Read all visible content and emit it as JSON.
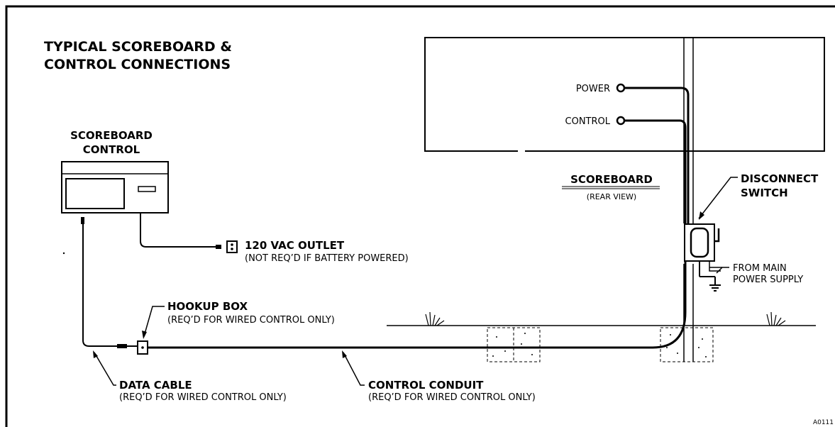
{
  "title": {
    "line1": "TYPICAL SCOREBOARD &",
    "line2": "CONTROL CONNECTIONS"
  },
  "labels": {
    "power": "POWER",
    "control": "CONTROL",
    "scoreboard": "SCOREBOARD",
    "rear_view": "(REAR VIEW)",
    "disconnect_1": "DISCONNECT",
    "disconnect_2": "SWITCH",
    "main_power_1": "FROM MAIN",
    "main_power_2": "POWER SUPPLY",
    "control_title_1": "SCOREBOARD",
    "control_title_2": "CONTROL",
    "outlet_1": "120 VAC OUTLET",
    "outlet_2": "(NOT REQ’D IF BATTERY POWERED)",
    "hookup_1": "HOOKUP BOX",
    "hookup_2": "(REQ’D FOR WIRED CONTROL ONLY)",
    "data_cable_1": "DATA CABLE",
    "data_cable_2": "(REQ’D FOR WIRED CONTROL ONLY)",
    "conduit_1": "CONTROL CONDUIT",
    "conduit_2": "(REQ’D FOR WIRED CONTROL ONLY)"
  },
  "figure_code": "A0111"
}
